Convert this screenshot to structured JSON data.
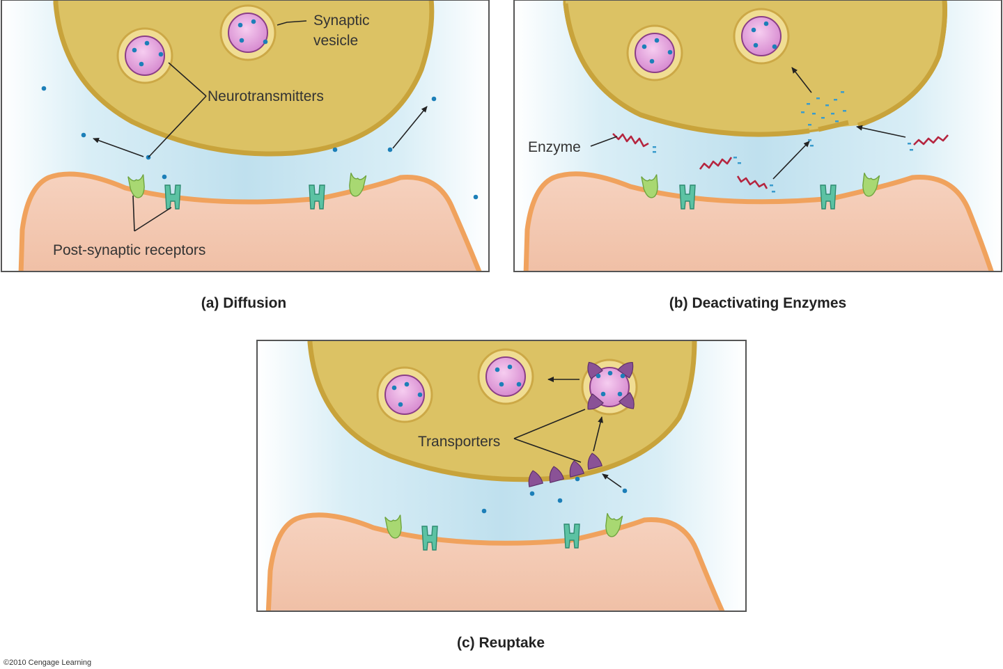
{
  "panels": {
    "a": {
      "caption": "(a) Diffusion",
      "label_vesicle_1": "Synaptic",
      "label_vesicle_2": "vesicle",
      "label_neurotransmitters": "Neurotransmitters",
      "label_receptors": "Post-synaptic receptors"
    },
    "b": {
      "caption": "(b) Deactivating Enzymes",
      "label_enzyme": "Enzyme"
    },
    "c": {
      "caption": "(c) Reuptake",
      "label_transporters": "Transporters"
    }
  },
  "copyright": "©2010 Cengage Learning",
  "colors": {
    "presynaptic": "#dcc264",
    "postsynaptic": "#f0a25d",
    "neurotransmitter": "#1c7fb8",
    "enzyme": "#b5253f",
    "transporter": "#8a5296",
    "receptor_green": "#9fd36a",
    "receptor_teal": "#4fb99a",
    "synaptic_cleft": "#c6e3ef"
  },
  "icons": {
    "receptor_a": "receptor-cup-icon",
    "receptor_b": "receptor-channel-icon",
    "transporter": "transporter-icon",
    "enzyme": "enzyme-zigzag-icon"
  }
}
